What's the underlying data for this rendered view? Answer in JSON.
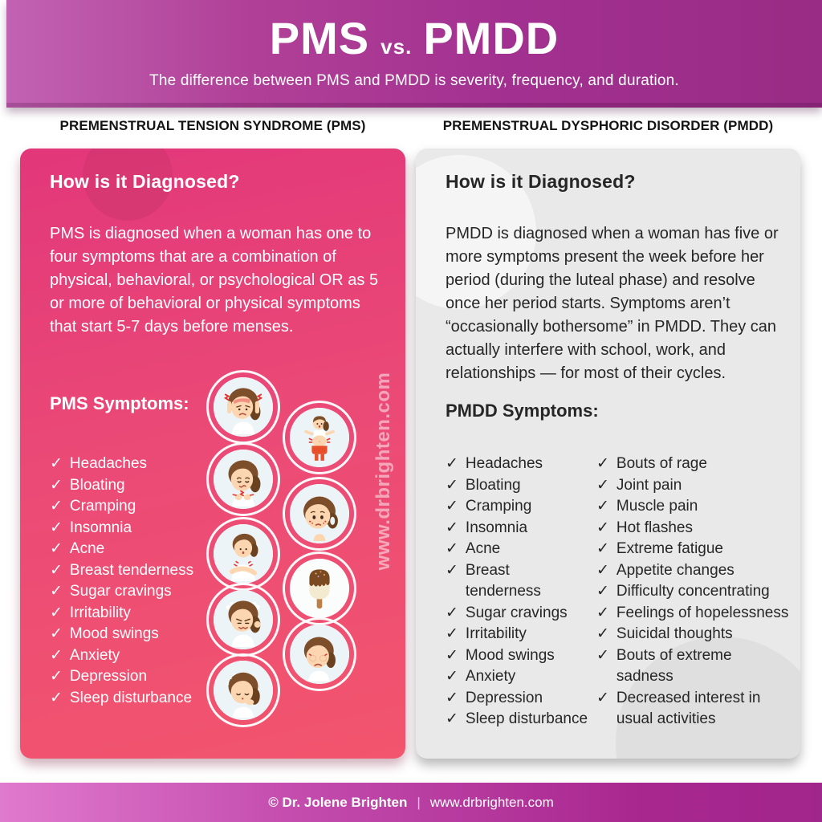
{
  "header": {
    "title_pms": "PMS",
    "title_vs": "vs.",
    "title_pmdd": "PMDD",
    "subtitle": "The difference between PMS and PMDD is severity, frequency, and duration."
  },
  "shared": {
    "check": "✓"
  },
  "pms": {
    "column_header": "PREMENSTRUAL TENSION SYNDROME (PMS)",
    "diagnosed_heading": "How is it Diagnosed?",
    "diagnosed_text": "PMS is diagnosed when a woman has one to four symptoms that are a combination of physical, behavioral, or psychological OR as 5 or more of behavioral or physical symptoms that start 5-7 days before menses.",
    "symptoms_heading": "PMS Symptoms:",
    "symptoms": [
      "Headaches",
      "Bloating",
      "Cramping",
      "Insomnia",
      "Acne",
      "Breast tenderness",
      "Sugar cravings",
      "Irritability",
      "Mood swings",
      "Anxiety",
      "Depression",
      "Sleep disturbance"
    ],
    "illustrations": [
      "headache",
      "bloating",
      "cramping",
      "acne-sad-face",
      "breast-tenderness",
      "ice-cream",
      "irritability",
      "crying",
      "sleeping"
    ]
  },
  "pmdd": {
    "column_header": "PREMENSTRUAL DYSPHORIC DISORDER (PMDD)",
    "diagnosed_heading": "How is it Diagnosed?",
    "diagnosed_text": "PMDD is diagnosed when a woman has five or more symptoms present the week before her period (during the luteal phase) and resolve once her period starts. Symptoms aren’t “occasionally bothersome” in PMDD. They can actually interfere with school, work, and relationships — for most of their cycles.",
    "symptoms_heading": "PMDD Symptoms:",
    "symptoms_col1": [
      "Headaches",
      "Bloating",
      "Cramping",
      "Insomnia",
      "Acne",
      "Breast tenderness",
      "Sugar cravings",
      "Irritability",
      "Mood swings",
      "Anxiety",
      "Depression",
      "Sleep disturbance"
    ],
    "symptoms_col2": [
      "Bouts of rage",
      "Joint pain",
      "Muscle pain",
      "Hot flashes",
      "Extreme fatigue",
      "Appetite changes",
      "Difficulty concentrating",
      "Feelings of hopelessness",
      "Suicidal thoughts",
      "Bouts of extreme sadness",
      "Decreased interest in usual activities"
    ]
  },
  "watermark": "www.drbrighten.com",
  "footer": {
    "copyright": "© Dr. Jolene Brighten",
    "divider": "|",
    "website": "www.drbrighten.com"
  },
  "colors": {
    "header_gradient_left": "#c262b2",
    "header_gradient_right": "#992c85",
    "pms_panel_top": "#e2377a",
    "pms_panel_bottom": "#f2556d",
    "pmdd_panel_bg": "#e9e9e9",
    "accent_red": "#e8322c",
    "text_on_pink": "#ffffff",
    "text_on_gray": "#262626",
    "footer_gradient_left": "#e07ace",
    "footer_gradient_right": "#a1268c"
  }
}
